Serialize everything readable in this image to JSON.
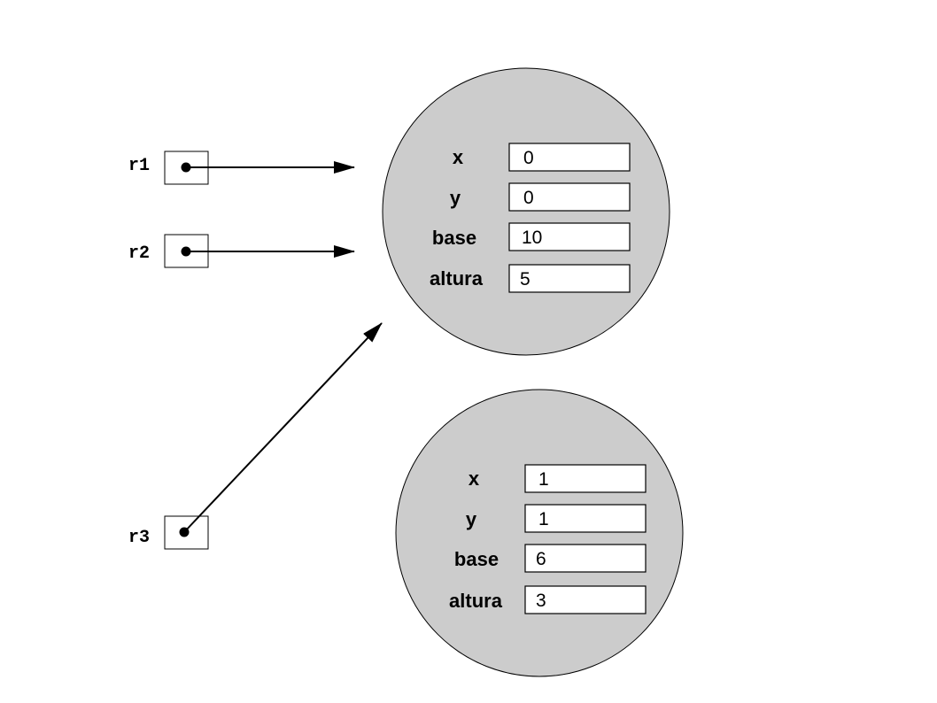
{
  "colors": {
    "object_fill": "#cccccc",
    "stroke": "#000000",
    "box_fill": "#ffffff"
  },
  "references": [
    {
      "name": "r1",
      "points_to": "object-1"
    },
    {
      "name": "r2",
      "points_to": "object-1"
    },
    {
      "name": "r3",
      "points_to": "object-1"
    }
  ],
  "objects": [
    {
      "id": "object-1",
      "fields": [
        {
          "label": "x",
          "value": "0"
        },
        {
          "label": "y",
          "value": "0"
        },
        {
          "label": "base",
          "value": "10"
        },
        {
          "label": "altura",
          "value": "5"
        }
      ]
    },
    {
      "id": "object-2",
      "fields": [
        {
          "label": "x",
          "value": "1"
        },
        {
          "label": "y",
          "value": "1"
        },
        {
          "label": "base",
          "value": "6"
        },
        {
          "label": "altura",
          "value": "3"
        }
      ]
    }
  ]
}
